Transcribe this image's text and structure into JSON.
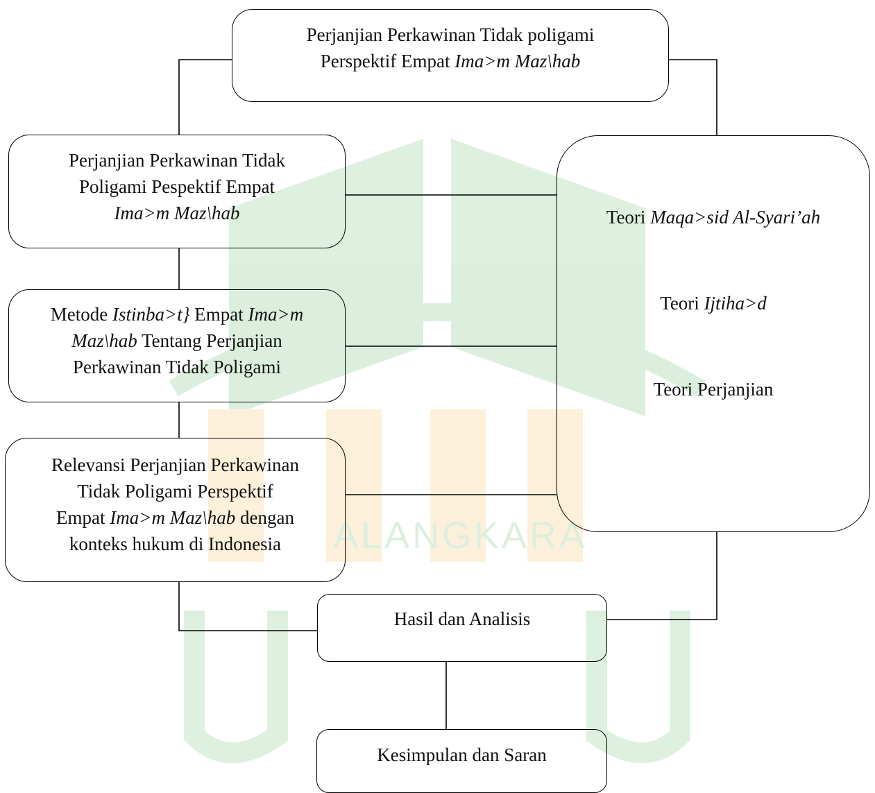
{
  "colors": {
    "watermark_green": "#2fa33c",
    "watermark_orange": "#f5a623",
    "line": "#000000"
  },
  "top_box": {
    "line1": "Perjanjian Perkawinan Tidak poligami",
    "line2_prefix": "Perspektif Empat ",
    "line2_italic": "Ima>m Maz\\hab"
  },
  "left_box_1": {
    "line1": "Perjanjian Perkawinan Tidak",
    "line2": "Poligami Pespektif Empat",
    "line3_italic": "Ima>m Maz\\hab"
  },
  "left_box_2": {
    "line1_prefix": "Metode ",
    "line1_italic_a": "Istinba>t}",
    "line1_mid": " Empat ",
    "line1_italic_b": "Ima>m",
    "line2_italic": "Maz\\hab",
    "line2_suffix": " Tentang Perjanjian",
    "line3": "Perkawinan Tidak Poligami"
  },
  "left_box_3": {
    "line1": "Relevansi Perjanjian Perkawinan",
    "line2": "Tidak Poligami Perspektif",
    "line3_prefix": "Empat ",
    "line3_italic": "Ima>m Maz\\hab",
    "line3_suffix": " dengan",
    "line4": "konteks hukum di Indonesia"
  },
  "theory_box": {
    "t1_prefix": "Teori ",
    "t1_italic": "Maqa>sid Al-Syari’ah",
    "t2_prefix": "Teori ",
    "t2_italic": "Ijtiha>d",
    "t3": "Teori Perjanjian"
  },
  "result_box": {
    "label": "Hasil dan Analisis"
  },
  "conclusion_box": {
    "label": "Kesimpulan dan Saran"
  },
  "watermark": {
    "text": "ALANGKARA"
  }
}
